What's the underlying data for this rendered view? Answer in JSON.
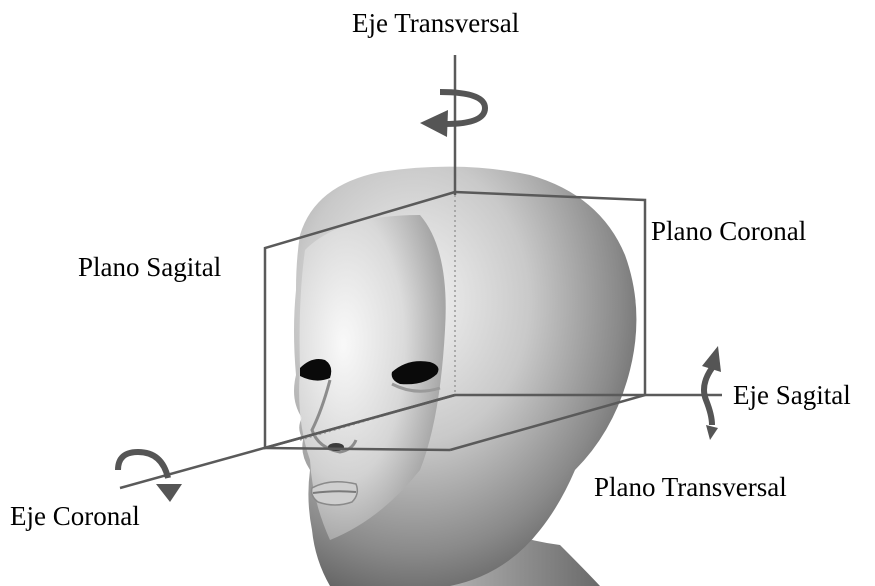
{
  "labels": {
    "eje_transversal": "Eje Transversal",
    "plano_coronal": "Plano Coronal",
    "plano_sagital": "Plano Sagital",
    "eje_sagital": "Eje Sagital",
    "plano_transversal": "Plano Transversal",
    "eje_coronal": "Eje Coronal"
  },
  "colors": {
    "line": "#5a5a5a",
    "arrow": "#555555",
    "head_light": "#f2f2f2",
    "head_dark": "#6e6e6e"
  }
}
